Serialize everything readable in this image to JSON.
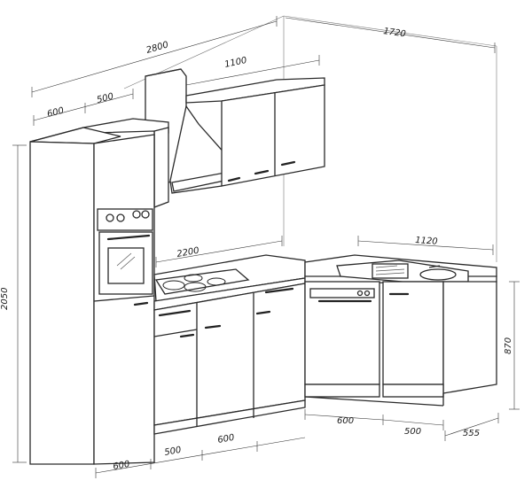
{
  "dimensions": {
    "total_width_left": "2800",
    "total_width_right": "1720",
    "tall_unit_top": "600",
    "wall_unit_left": "500",
    "wall_units_right": "1100",
    "counter_length": "2200",
    "return_length": "1120",
    "height_total": "2050",
    "height_base": "870",
    "bottom_tall": "600",
    "bottom_500_left": "500",
    "bottom_600_mid": "600",
    "bottom_600_right": "600",
    "bottom_500_right": "500",
    "depth": "555"
  }
}
